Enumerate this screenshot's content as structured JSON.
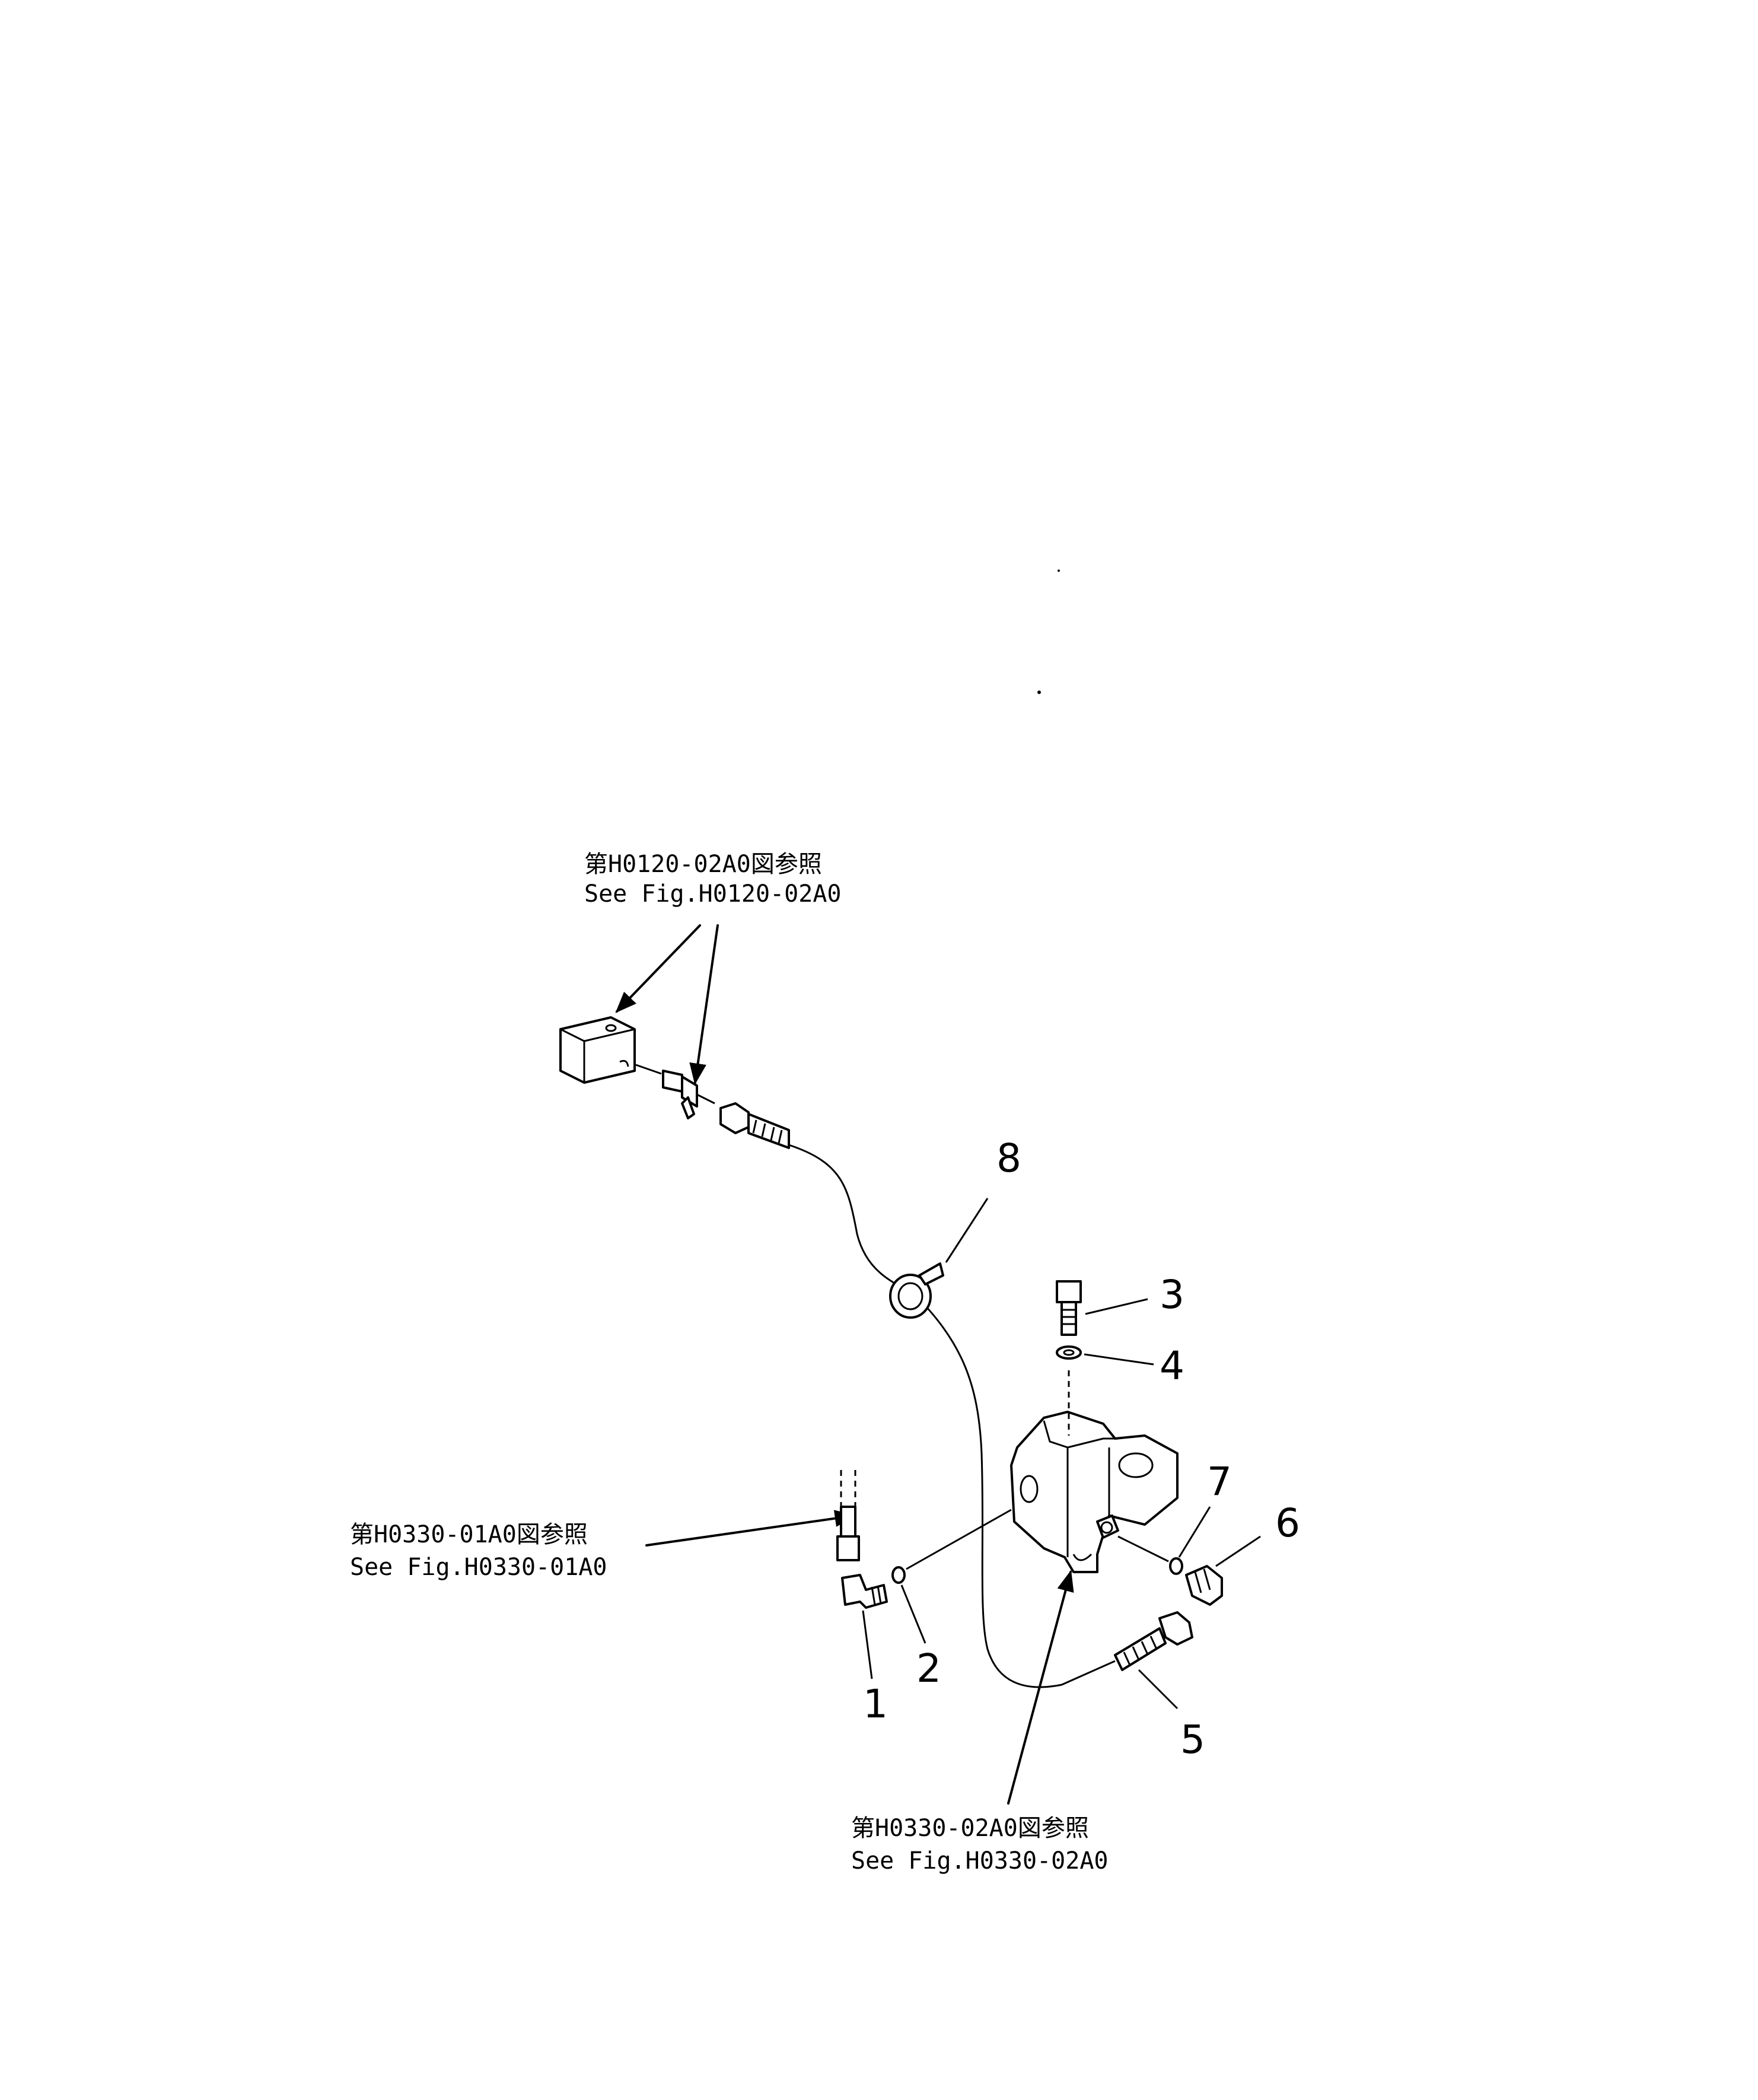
{
  "references": {
    "top": {
      "jp": "第H0120-02A0図参照",
      "en": "See Fig.H0120-02A0"
    },
    "left": {
      "jp": "第H0330-01A0図参照",
      "en": "See Fig.H0330-01A0"
    },
    "bottom": {
      "jp": "第H0330-02A0図参照",
      "en": "See Fig.H0330-02A0"
    }
  },
  "callouts": [
    "1",
    "2",
    "3",
    "4",
    "5",
    "6",
    "7",
    "8"
  ]
}
